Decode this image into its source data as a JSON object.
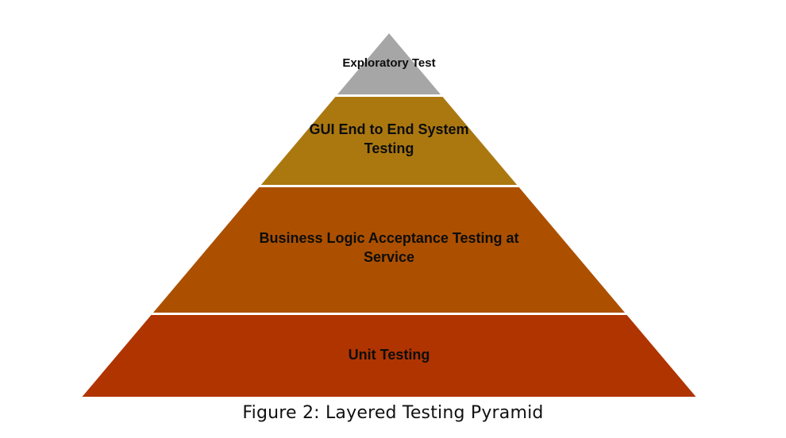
{
  "diagram": {
    "layers": [
      {
        "label_lines": [
          "Exploratory Test"
        ],
        "color": "#a6a6a6"
      },
      {
        "label_lines": [
          "GUI End to End System",
          "Testing"
        ],
        "color": "#ab7810"
      },
      {
        "label_lines": [
          "Business Logic Acceptance Testing at",
          "Service"
        ],
        "color": "#ac5000"
      },
      {
        "label_lines": [
          "Unit Testing"
        ],
        "color": "#b03400"
      }
    ]
  },
  "caption": "Figure 2: Layered Testing Pyramid"
}
